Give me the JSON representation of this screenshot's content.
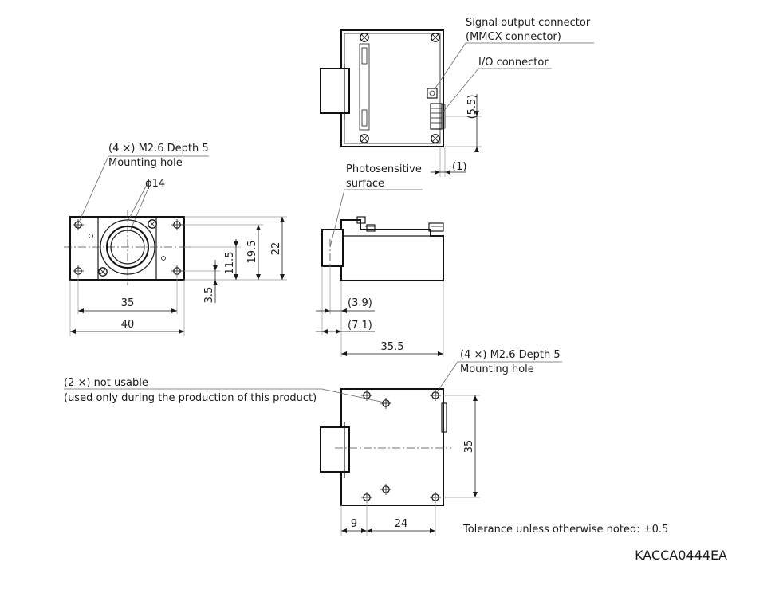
{
  "labels": {
    "signal_connector_1": "Signal output connector",
    "signal_connector_2": "(MMCX connector)",
    "io_connector": "I/O connector",
    "mounting_front_1": "(4 ×) M2.6 Depth 5",
    "mounting_front_2": "Mounting hole",
    "phi14": "ϕ14",
    "photosensitive_1": "Photosensitive",
    "photosensitive_2": "surface",
    "mounting_bottom_1": "(4 ×) M2.6 Depth 5",
    "mounting_bottom_2": "Mounting hole",
    "not_usable_1": "(2 ×) not usable",
    "not_usable_2": "(used only during the production of this product)",
    "tolerance": "Tolerance unless otherwise noted: ±0.5",
    "drawing_code": "KACCA0444EA"
  },
  "dimensions": {
    "d_5_5": "(5.5)",
    "d_1": "(1)",
    "d_35_front": "35",
    "d_40": "40",
    "d_3_5": "3.5",
    "d_11_5": "11.5",
    "d_19_5": "19.5",
    "d_22": "22",
    "d_3_9": "(3.9)",
    "d_7_1": "(7.1)",
    "d_35_5": "35.5",
    "d_35_bottom": "35",
    "d_9": "9",
    "d_24": "24"
  }
}
